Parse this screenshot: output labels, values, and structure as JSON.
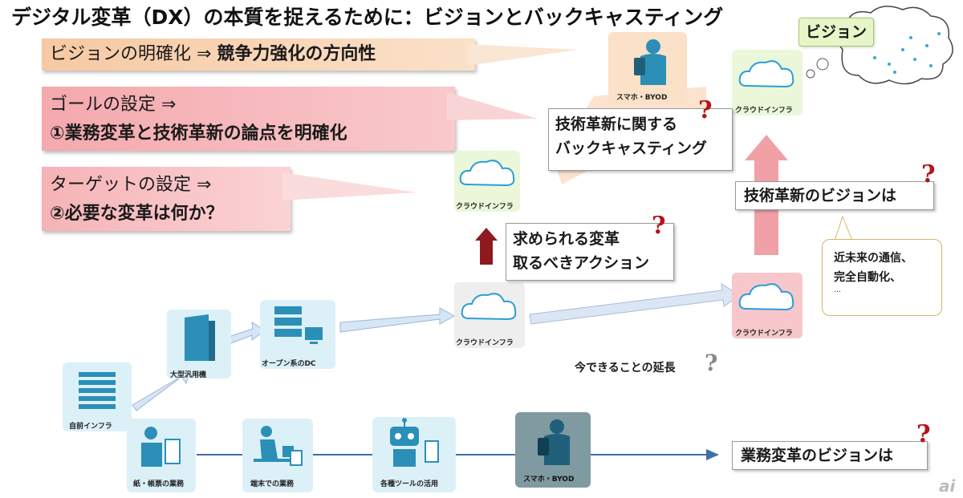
{
  "title": "デジタル変革（DX）の本質を捉えるために：ビジョンとバックキャスティング",
  "callouts": {
    "vision": {
      "prefix": "ビジョンの明確化 ⇒ ",
      "emph": "競争力強化の方向性"
    },
    "goal": {
      "line1": "ゴールの設定 ⇒",
      "line2": "①業務変革と技術革新の論点を明確化"
    },
    "target": {
      "line1": "ターゲットの設定 ⇒",
      "line2": "②必要な変革は何か？"
    }
  },
  "boxes": {
    "backcasting": {
      "line1": "技術革新に関する",
      "line2": "バックキャスティング"
    },
    "required": {
      "line1": "求められる変革",
      "line2": "取るべきアクション"
    },
    "tech_vision": "技術革新のビジョンは",
    "business_vision": "業務変革のビジョンは",
    "future_note": {
      "line1": "近未来の通信、",
      "line2": "完全自動化、",
      "line3": "…"
    }
  },
  "cloud_bubble": "ビジョン",
  "extension_label": "今できることの延長",
  "tiles": {
    "cloud_infra": "クラウドインフラ",
    "smartphone_byod": "スマホ・BYOD",
    "legacy_infra": "自前インフラ",
    "mainframe": "大型汎用機",
    "open_dc": "オープン系のDC",
    "paper_work": "紙・帳票の業務",
    "pc_work": "端末での業務",
    "tool_use": "各種ツールの活用"
  },
  "watermark": "ai",
  "colors": {
    "vision_band": "#f6c9a3",
    "goal_band": "#f4a9ae",
    "question_mark": "#b3161b",
    "up_arrow": "#8e1a1f",
    "timeline": "#3e6fa6",
    "cloud_tile_pink": "#f7c7cc"
  }
}
